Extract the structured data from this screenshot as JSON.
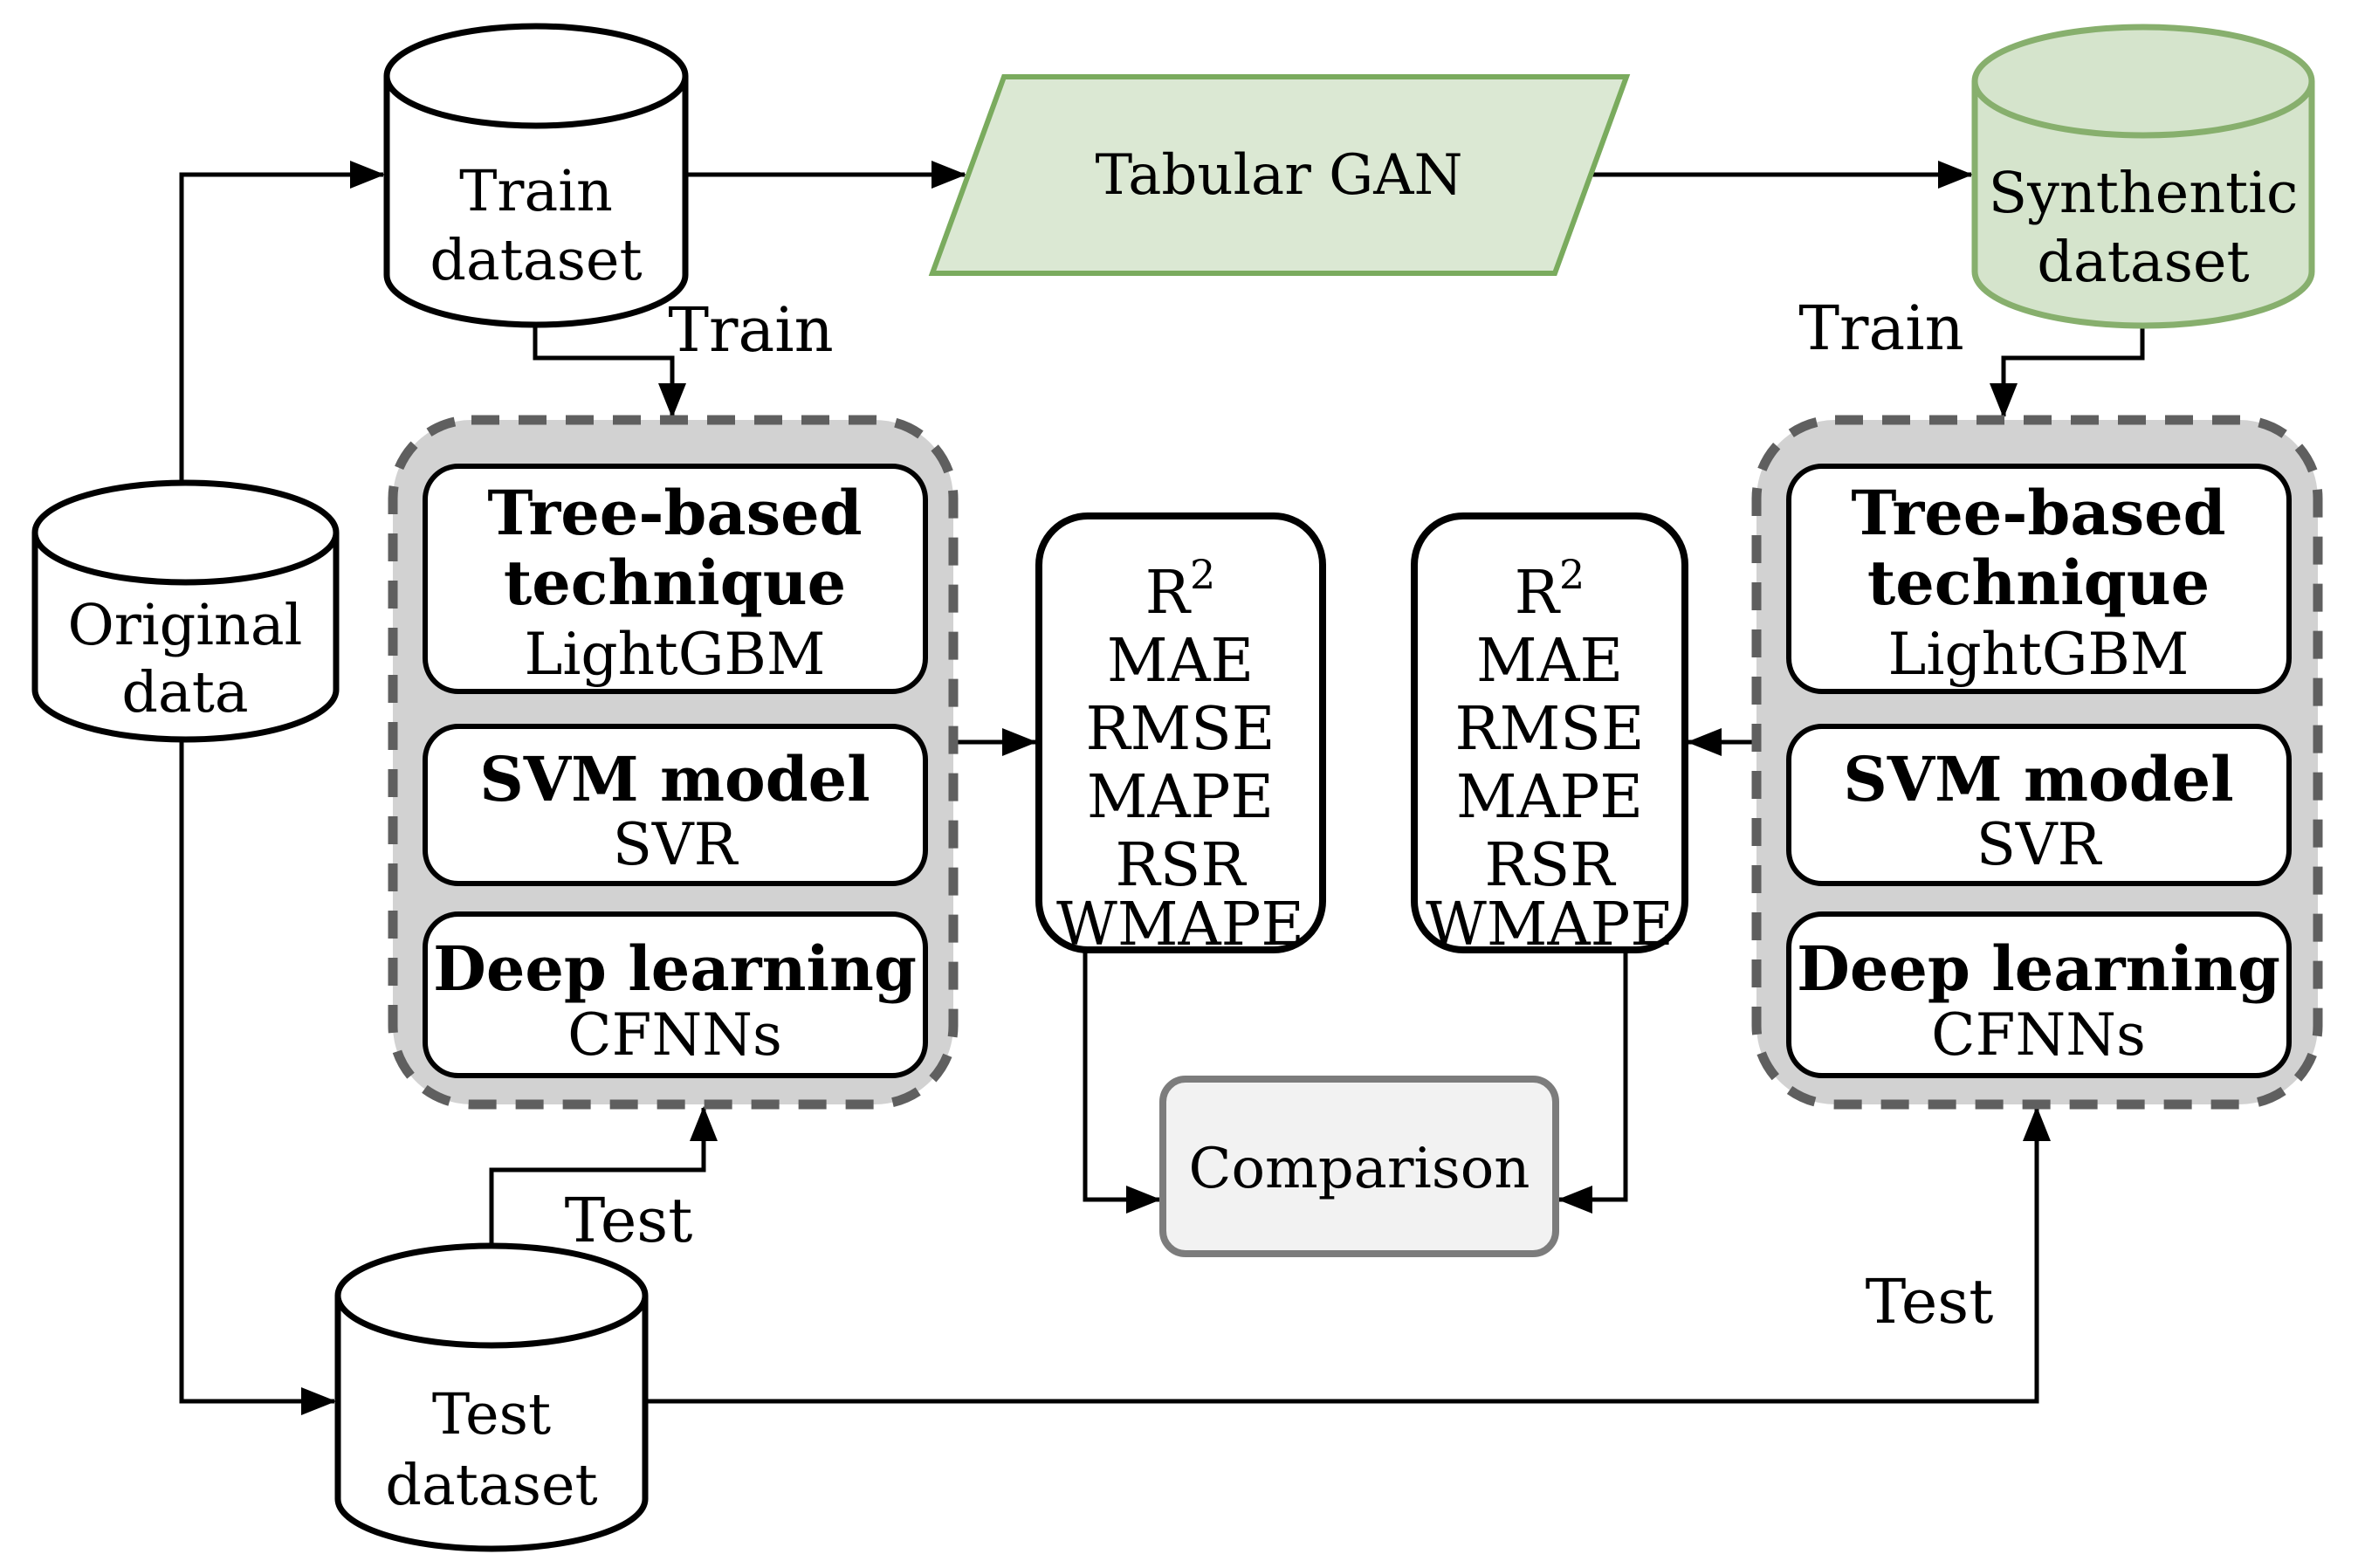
{
  "diagram": {
    "nodes": {
      "original_data": {
        "line1": "Original",
        "line2": "data"
      },
      "train_dataset": {
        "line1": "Train",
        "line2": "dataset"
      },
      "synthetic_dataset": {
        "line1": "Synthentic",
        "line2": "dataset"
      },
      "tabular_gan": {
        "label": "Tabular GAN"
      },
      "test_dataset": {
        "line1": "Test",
        "line2": "dataset"
      },
      "comparison": {
        "label": "Comparison"
      }
    },
    "model_group": {
      "boxes": [
        {
          "title_line1": "Tree-based",
          "title_line2": "technique",
          "subtitle": "LightGBM"
        },
        {
          "title_line1": "SVM model",
          "subtitle": "SVR"
        },
        {
          "title_line1": "Deep learning",
          "subtitle": "CFNNs"
        }
      ]
    },
    "metrics": {
      "r2_base": "R",
      "r2_sup": "2",
      "lines": [
        "MAE",
        "RMSE",
        "MAPE",
        "RSR",
        "WMAPE"
      ]
    },
    "edge_labels": {
      "train_left": "Train",
      "train_right": "Train",
      "test_left": "Test",
      "test_right": "Test"
    },
    "colors": {
      "gan_fill": "#dbe8d3",
      "gan_stroke": "#7aab5e",
      "synthetic_fill": "#d5e4cc",
      "synthetic_stroke": "#87af6d",
      "group_fill": "#d2d2d2",
      "group_stroke": "#5f5f5f",
      "comparison_fill": "#f2f2f2",
      "comparison_stroke": "#7c7c7c",
      "comparison_text": "#3c3c3c",
      "line": "#000000"
    }
  }
}
